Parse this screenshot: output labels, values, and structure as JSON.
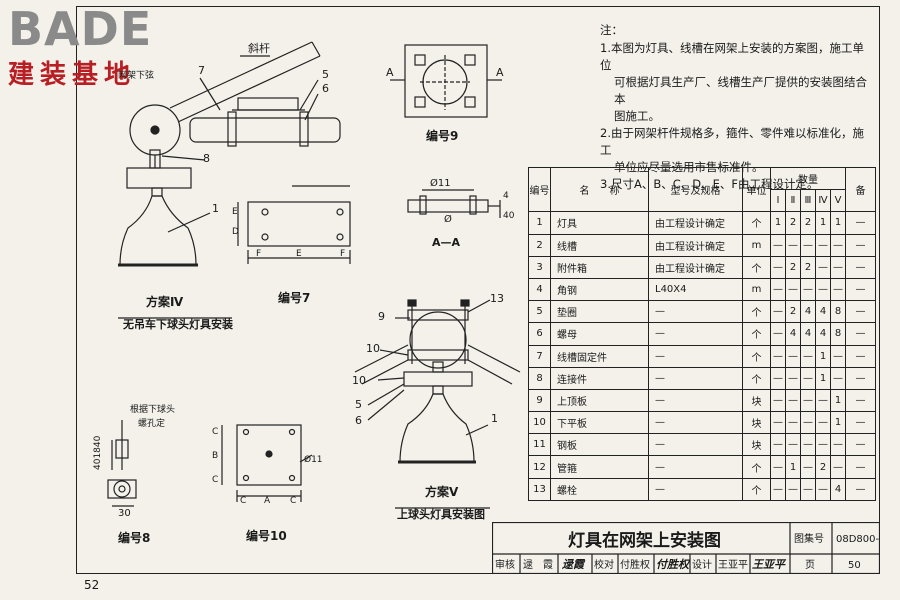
{
  "logo": {
    "word": "BADE",
    "chinese": "建装基地"
  },
  "notes": {
    "heading": "注：",
    "items": [
      {
        "line1": "1.本图为灯具、线槽在网架上安装的方案图，施工单位",
        "line2": "可根据灯具生产厂、线槽生产厂提供的安装图结合本",
        "line3": "图施工。"
      },
      {
        "line1": "2.由于网架杆件规格多，箍件、零件难以标准化，施工",
        "line2": "单位应尽量选用市售标准件。"
      },
      {
        "line1": "3.尺寸A、B、C、D、E、F由工程设计定。"
      }
    ]
  },
  "table": {
    "headers": {
      "no": "编号",
      "name": "名　　称",
      "spec": "型号及规格",
      "unit": "单位",
      "qty": "数量",
      "note": "备",
      "variants": [
        "Ⅰ",
        "Ⅱ",
        "Ⅲ",
        "Ⅳ",
        "Ⅴ"
      ]
    },
    "rows": [
      {
        "no": "1",
        "name": "灯具",
        "spec": "由工程设计确定",
        "unit": "个",
        "q": [
          "1",
          "2",
          "2",
          "1",
          "1"
        ],
        "note": "—"
      },
      {
        "no": "2",
        "name": "线槽",
        "spec": "由工程设计确定",
        "unit": "m",
        "q": [
          "—",
          "—",
          "—",
          "—",
          "—"
        ],
        "note": "—"
      },
      {
        "no": "3",
        "name": "附件箱",
        "spec": "由工程设计确定",
        "unit": "个",
        "q": [
          "—",
          "2",
          "2",
          "—",
          "—"
        ],
        "note": "—"
      },
      {
        "no": "4",
        "name": "角钢",
        "spec": "L40X4",
        "unit": "m",
        "q": [
          "—",
          "—",
          "—",
          "—",
          "—"
        ],
        "note": "—"
      },
      {
        "no": "5",
        "name": "垫圈",
        "spec": "—",
        "unit": "个",
        "q": [
          "—",
          "2",
          "4",
          "4",
          "8"
        ],
        "note": "—"
      },
      {
        "no": "6",
        "name": "螺母",
        "spec": "—",
        "unit": "个",
        "q": [
          "—",
          "4",
          "4",
          "4",
          "8"
        ],
        "note": "—"
      },
      {
        "no": "7",
        "name": "线槽固定件",
        "spec": "—",
        "unit": "个",
        "q": [
          "—",
          "—",
          "—",
          "1",
          "—"
        ],
        "note": "—"
      },
      {
        "no": "8",
        "name": "连接件",
        "spec": "—",
        "unit": "个",
        "q": [
          "—",
          "—",
          "—",
          "1",
          "—"
        ],
        "note": "—"
      },
      {
        "no": "9",
        "name": "上顶板",
        "spec": "—",
        "unit": "块",
        "q": [
          "—",
          "—",
          "—",
          "—",
          "1"
        ],
        "note": "—"
      },
      {
        "no": "10",
        "name": "下平板",
        "spec": "—",
        "unit": "块",
        "q": [
          "—",
          "—",
          "—",
          "—",
          "1"
        ],
        "note": "—"
      },
      {
        "no": "11",
        "name": "钢板",
        "spec": "—",
        "unit": "块",
        "q": [
          "—",
          "—",
          "—",
          "—",
          "—"
        ],
        "note": "—"
      },
      {
        "no": "12",
        "name": "管箍",
        "spec": "—",
        "unit": "个",
        "q": [
          "—",
          "1",
          "—",
          "2",
          "—"
        ],
        "note": "—"
      },
      {
        "no": "13",
        "name": "螺栓",
        "spec": "—",
        "unit": "个",
        "q": [
          "—",
          "—",
          "—",
          "—",
          "4"
        ],
        "note": "—"
      }
    ]
  },
  "title_block": {
    "title": "灯具在网架上安装图",
    "atlas_label": "图集号",
    "atlas_no": "08D800-",
    "page_label": "页",
    "page_no": "50",
    "review_label": "审核",
    "reviewer": "逯　霞",
    "reviewer_sign": "逯霞",
    "check_label": "校对",
    "checker": "付胜权",
    "checker_sign": "付胜权",
    "design_label": "设计",
    "designer": "王亚平",
    "designer_sign": "王亚平"
  },
  "drawings": {
    "scheme4_title": "方案Ⅳ",
    "scheme4_caption": "无吊车下球头灯具安装",
    "scheme5_title": "方案Ⅴ",
    "scheme5_caption": "上球头灯具安装图",
    "part7": "编号7",
    "part8": "编号8",
    "part9": "编号9",
    "part10": "编号10",
    "section_aa": "A—A",
    "label_xiegan": "斜杆",
    "label_qiutou": "根据下球头",
    "label_luokong": "螺孔定",
    "label_wangjia": "网架下弦",
    "dim_phi11": "Ø11",
    "dim_phi": "Ø",
    "dim_40": "40",
    "dim_4": "4",
    "dim_30": "30",
    "dim_401840": "401840",
    "letter_a": "A",
    "letter_b": "B",
    "letter_c": "C",
    "letter_d": "D",
    "letter_e": "E",
    "letter_f": "F",
    "n1": "1",
    "n5": "5",
    "n6": "6",
    "n7": "7",
    "n8": "8",
    "n9": "9",
    "n10": "10",
    "n13": "13"
  },
  "page_number": "52"
}
